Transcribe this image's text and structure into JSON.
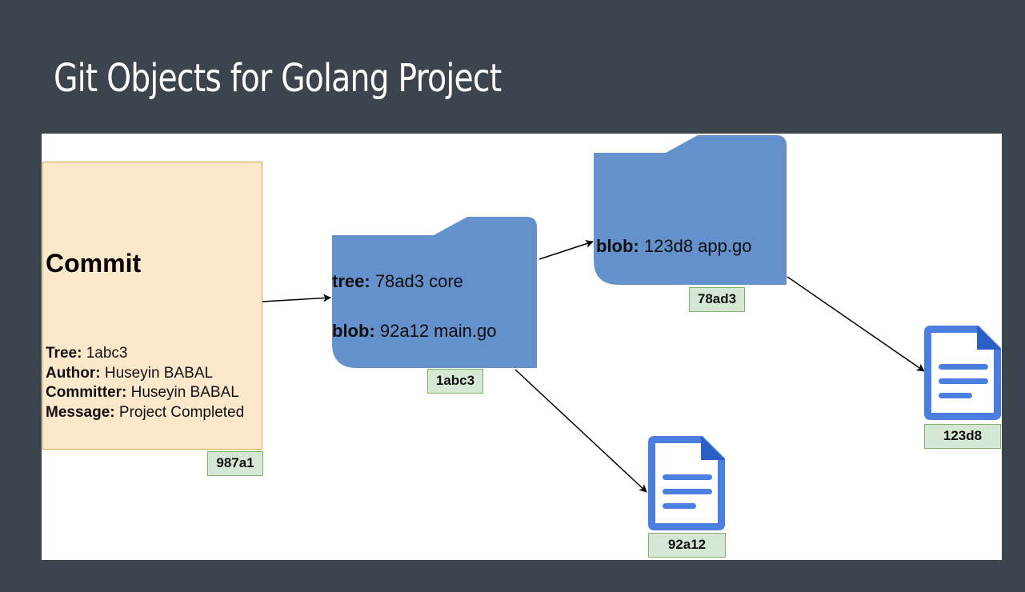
{
  "slide": {
    "title": "Git Objects for Golang Project"
  },
  "commit": {
    "heading": "Commit",
    "fields": [
      {
        "key": "Tree:",
        "value": "1abc3"
      },
      {
        "key": "Author:",
        "value": "Huseyin BABAL"
      },
      {
        "key": "Committer:",
        "value": "Huseyin BABAL"
      },
      {
        "key": "Message:",
        "value": "Project Completed"
      }
    ],
    "hash": "987a1"
  },
  "root_tree": {
    "entries": [
      {
        "type": "tree:",
        "text": "78ad3 core"
      },
      {
        "type": "blob:",
        "text": "92a12 main.go"
      }
    ],
    "hash": "1abc3"
  },
  "core_tree": {
    "entries": [
      {
        "type": "blob:",
        "text": "123d8 app.go"
      }
    ],
    "hash": "78ad3"
  },
  "blob_main": {
    "hash": "92a12",
    "icon": "file-document-icon"
  },
  "blob_app": {
    "hash": "123d8",
    "icon": "file-document-icon"
  },
  "colors": {
    "background": "#3c454e",
    "commit_fill": "#fde8cc",
    "commit_border": "#d9a64a",
    "folder_fill": "#6490cc",
    "tag_fill": "#d5e8d4",
    "tag_border": "#82b366",
    "file_icon_blue": "#4a7fe0"
  }
}
